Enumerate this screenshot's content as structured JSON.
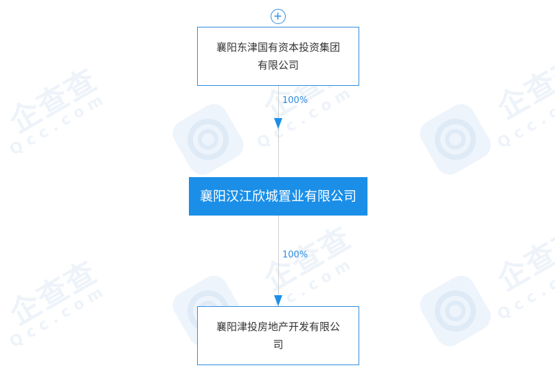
{
  "watermark": {
    "text": "企查查",
    "sub": "Qcc.com"
  },
  "chart": {
    "top_node": {
      "label": "襄阳东津国有资本投资集团有限公司"
    },
    "edge_top": {
      "percent": "100%"
    },
    "main_node": {
      "label": "襄阳汉江欣城置业有限公司"
    },
    "edge_bottom": {
      "percent": "100%"
    },
    "bottom_node": {
      "label": "襄阳津投房地产开发有限公司"
    }
  },
  "colors": {
    "accent": "#1b8fe8",
    "border": "#2e8de0",
    "line": "#cfcfcf",
    "text": "#333333"
  }
}
